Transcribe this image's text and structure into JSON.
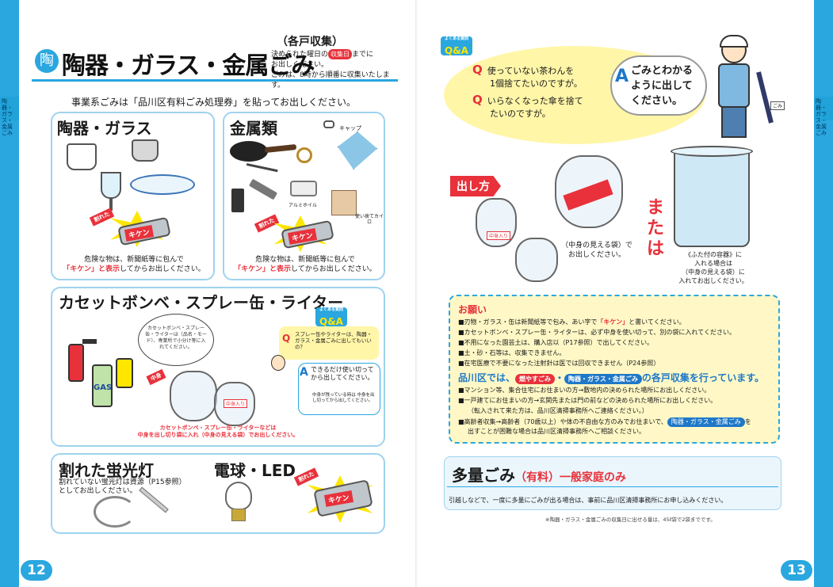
{
  "left_page": {
    "page_number": "12",
    "side_tab": "陶器・ガラス・金属ごみ",
    "title_icon": "陶",
    "title": "陶器・ガラス・金属ごみ",
    "collection_type": "（各戸収集）",
    "collection_note_1": "決められた曜日の",
    "collection_day_badge": "収集日",
    "collection_note_2": "までに",
    "collection_note_3": "お出しください。",
    "collection_note_4": "ごみは、8時から順番に収集いたします。",
    "business_note": "事業系ごみは「品川区有料ごみ処理券」を貼ってお出しください。",
    "ceramics_panel": {
      "title": "陶器・ガラス",
      "arrow_tag": "割れた",
      "kiken_label": "キケン",
      "caption_1": "危険な物は、新聞紙等に包んで",
      "caption_2_red": "「キケン」と表示",
      "caption_2_rest": "してからお出しください。"
    },
    "metal_panel": {
      "title": "金属類",
      "label_cap": "キャップ",
      "label_foil": "アルミホイル",
      "label_kairo": "使い捨てカイロ",
      "arrow_tag": "割れた",
      "kiken_label": "キケン",
      "caption_1": "危険な物は、新聞紙等に包んで",
      "caption_2_red": "「キケン」と表示",
      "caption_2_rest": "してからお出しください。"
    },
    "cassette_panel": {
      "title": "カセットボンベ・スプレー缶・ライター",
      "bubble_text": "カセットボンベ・スプレー缶・ライターは（品名・モード）、専業所で小分け等に入れてください。",
      "arrow_tag": "中身",
      "gas_label": "GAS",
      "qa_badge_small": "よくある質問",
      "qa_badge": "Q&A",
      "q_text": "スプレー缶やライターは、陶器・ガラス・金属ごみに出してもいいの？",
      "a_text": "できるだけ使い切ってから出してください。",
      "a_note": "中身が残っている時は 中身を出し切ってから出してください。",
      "bag_tag": "中身入り",
      "caption_red": "カセットボンベ・スプレー缶・ライターなどは",
      "caption_rest": "中身を出し切り袋に入れ（中身の見える袋）でお出しください。"
    },
    "fluorescent_panel": {
      "title": "割れた蛍光灯",
      "text_1": "割れていない蛍光灯は資源（P15参照）",
      "text_2": "としてお出しください。"
    },
    "bulb_panel": {
      "title": "電球・LED",
      "arrow_tag": "割れた",
      "kiken_label": "キケン"
    }
  },
  "right_page": {
    "page_number": "13",
    "side_tab": "陶器・ガラス・金属ごみ",
    "qa_badge_small": "よくある質問",
    "qa_badge": "Q&A",
    "q1_mark": "Q",
    "q1_line1": "使っていない茶わんを",
    "q1_line2": "1個捨てたいのですが。",
    "q2_mark": "Q",
    "q2_line1": "いらなくなった傘を捨て",
    "q2_line2": "たいのですが。",
    "a_mark": "A",
    "a_line1": "ごみとわかる",
    "a_line2": "ように出して",
    "a_line3": "ください。",
    "person_tag": "ごみ",
    "dashikata": "出し方",
    "bag_tag": "中身入り",
    "bag_caption_1": "（中身の見える袋）で",
    "bag_caption_2": "お出しください。",
    "matawa": "または",
    "bin_caption_1": "《ふた付の容器》に",
    "bin_caption_2": "入れる場合は",
    "bin_caption_3": "（中身の見える袋）に",
    "bin_caption_4": "入れてお出しください。",
    "notice": {
      "title": "お願い",
      "line1_a": "■刃物・ガラス・缶は新聞紙等で包み、あい字で",
      "line1_red": "「キケン」",
      "line1_b": "と書いてください。",
      "line2": "■カセットボンベ・スプレー缶・ライターは、必ず中身を使い切って、別の袋に入れてください。",
      "line3": "■不用になった園芸土は、購入店以（P17参照）で出してください。",
      "line4": "■土・砂・石等は、収集できません。",
      "line5": "■在宅医療で不要になった注射針は医では回収できません（P24参照）",
      "head_a": "品川区では、",
      "head_pill1": "燃やすごみ",
      "head_mid": "・",
      "head_pill2": "陶器・ガラス・金属ごみ",
      "head_b": "の各戸収集を行っています。",
      "line6": "■マンション等、集合住宅にお住まいの方→敷地内の決められた場所にお出しください。",
      "line7": "■一戸建てにお住まいの方→玄関先または門の前などの決められた場所にお出しください。",
      "line8": "（転入されて来た方は、品川区清掃事務所へご連絡ください。）",
      "line9_a": "■高齢者収集→高齢者（70歳以上）や体の不自由な方のみでお住まいで、",
      "line9_pill": "陶器・ガラス・金属ごみ",
      "line9_b": "を",
      "line10": "出すことが困難な場合は品川区清掃事務所へご相談ください。"
    },
    "bulk": {
      "title": "多量ごみ",
      "paid": "（有料）",
      "home": "一般家庭のみ",
      "text": "引越しなどで、一度に多量にごみが出る場合は、事前に品川区清掃事務所にお申し込みください。",
      "footnote": "※陶器・ガラス・金属ごみの収集日に出せる量は、45ℓ袋で2袋までです。"
    }
  },
  "colors": {
    "accent_blue": "#2aa7df",
    "warning_red": "#e8313b",
    "notice_yellow": "#fff8c6"
  }
}
